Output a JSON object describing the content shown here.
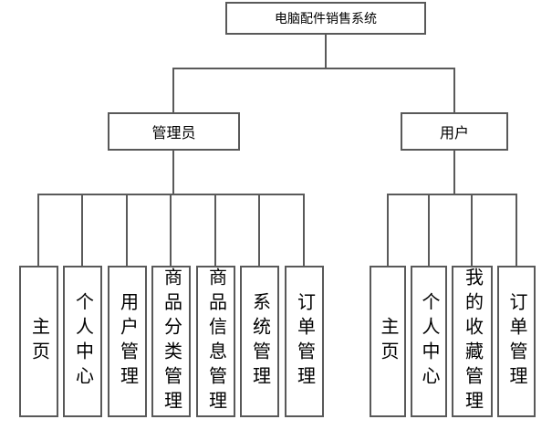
{
  "diagram": {
    "root": {
      "label": "电脑配件销售系统"
    },
    "branches": [
      {
        "label": "管理员",
        "children": [
          "主页",
          "个人中心",
          "用户管理",
          "商品分类管理",
          "商品信息管理",
          "系统管理",
          "订单管理"
        ]
      },
      {
        "label": "用户",
        "children": [
          "主页",
          "个人中心",
          "我的收藏管理",
          "订单管理"
        ]
      }
    ],
    "colors": {
      "node_border": "#595959",
      "connector": "#5a5a5a",
      "node_background": "#ffffff",
      "text": "#000000",
      "page_background": "#ffffff"
    }
  }
}
